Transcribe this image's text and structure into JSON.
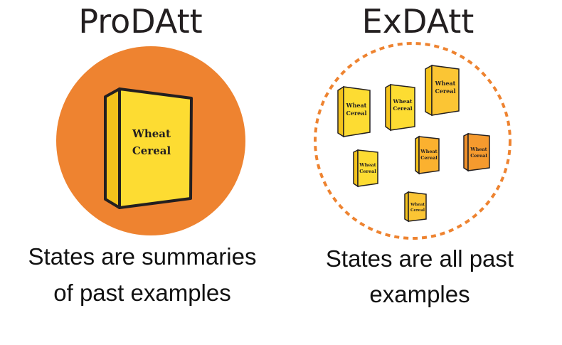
{
  "left_panel": {
    "title": "ProDAtt",
    "box_label_line1": "Wheat",
    "box_label_line2": "Cereal",
    "caption_line1": "States are summaries",
    "caption_line2": "of past examples"
  },
  "right_panel": {
    "title": "ExDAtt",
    "box_label_line1": "Wheat",
    "box_label_line2": "Cereal",
    "caption_line1": "States are all past",
    "caption_line2": "examples"
  },
  "colors": {
    "orange": "#ee8330",
    "box_yellow": "#fddc32",
    "box_yellow_dark": "#f3c21b",
    "box_amber": "#fbb12f",
    "box_orange": "#f59a2e",
    "outline": "#231f20"
  }
}
